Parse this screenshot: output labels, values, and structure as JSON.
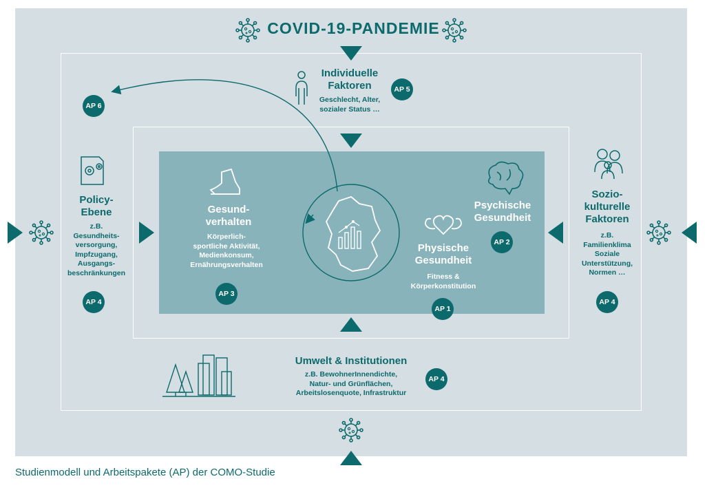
{
  "title": "COVID-19-PANDEMIE",
  "caption": "Studienmodell und Arbeitspakete (AP) der COMO-Studie",
  "colors": {
    "teal": "#0d6a6c",
    "outer_bg": "#d5dee3",
    "core_bg": "#88b3ba",
    "white": "#ffffff"
  },
  "individuelle": {
    "heading1": "Individuelle",
    "heading2": "Faktoren",
    "detail1": "Geschlecht, Alter,",
    "detail2": "sozialer Status …",
    "badge": "AP 5",
    "icon": "person-icon"
  },
  "policy": {
    "heading1": "Policy-",
    "heading2": "Ebene",
    "lines": [
      "z.B.",
      "Gesundheits-",
      "versorgung,",
      "Impfzugang,",
      "Ausgangs-",
      "beschränkungen"
    ],
    "badge": "AP 4",
    "badge_top": "AP 6",
    "icon": "document-gears-icon"
  },
  "sozio": {
    "heading": [
      "Sozio-",
      "kulturelle",
      "Faktoren"
    ],
    "lines": [
      "z.B.",
      "Familienklima",
      "Soziale",
      "Unterstützung,",
      "Normen …"
    ],
    "badge": "AP 4",
    "icon": "family-icon"
  },
  "umwelt": {
    "heading": "Umwelt & Institutionen",
    "lines": [
      "z.B. BewohnerInnendichte,",
      "Natur- und Grünflächen,",
      "Arbeitslosenquote, Infrastruktur"
    ],
    "badge": "AP 4",
    "icon": "city-trees-icon"
  },
  "gesundverhalten": {
    "heading": [
      "Gesund-",
      "verhalten"
    ],
    "lines": [
      "Körperlich-",
      "sportliche Aktivität,",
      "Medienkonsum,",
      "Ernährungsverhalten"
    ],
    "badge": "AP 3",
    "icon": "sneaker-icon"
  },
  "psychische": {
    "heading": [
      "Psychische",
      "Gesundheit"
    ],
    "badge": "AP 2",
    "icon": "brain-icon"
  },
  "physische": {
    "heading": [
      "Physische",
      "Gesundheit"
    ],
    "lines": [
      "Fitness &",
      "Körperkonstitution"
    ],
    "badge": "AP 1",
    "icon": "heart-muscle-icon"
  },
  "center": {
    "icon": "germany-map-chart-icon"
  }
}
